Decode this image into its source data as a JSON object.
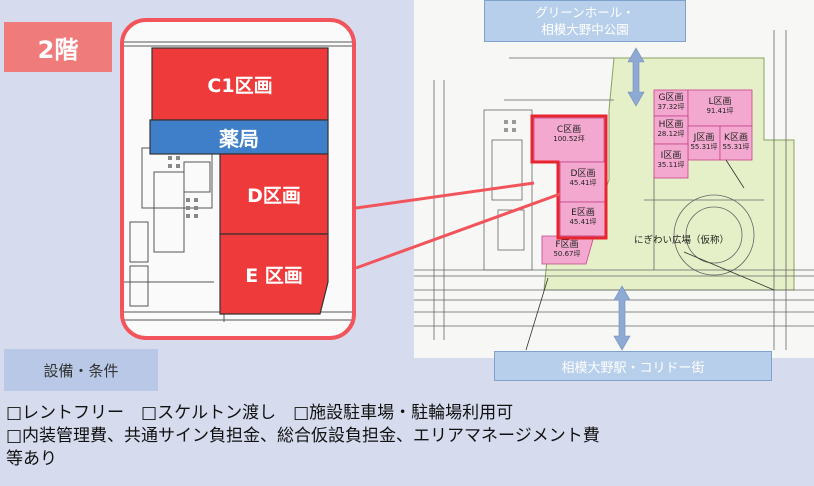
{
  "floor_label": "2階",
  "zoom": {
    "blocks": [
      {
        "id": "c1",
        "label": "C1区画"
      },
      {
        "id": "pharmacy",
        "label": "薬局"
      },
      {
        "id": "d",
        "label": "D区画"
      },
      {
        "id": "e",
        "label": "E 区画"
      }
    ]
  },
  "plan": {
    "top_callout": {
      "line1": "グリーンホール・",
      "line2": "相模大野中公園"
    },
    "bottom_callout": "相模大野駅・コリドー街",
    "plaza_label": "にぎわい広場（仮称）",
    "units": [
      {
        "id": "C",
        "name": "C区画",
        "area": "100.52坪"
      },
      {
        "id": "D",
        "name": "D区画",
        "area": "45.41坪"
      },
      {
        "id": "E",
        "name": "E区画",
        "area": "45.41坪"
      },
      {
        "id": "F",
        "name": "F区画",
        "area": "50.67坪"
      },
      {
        "id": "G",
        "name": "G区画",
        "area": "37.32坪"
      },
      {
        "id": "L",
        "name": "L区画",
        "area": "91.41坪"
      },
      {
        "id": "H",
        "name": "H区画",
        "area": "28.12坪"
      },
      {
        "id": "J",
        "name": "J区画",
        "area": "55.31坪"
      },
      {
        "id": "K",
        "name": "K区画",
        "area": "55.31坪"
      },
      {
        "id": "I",
        "name": "I区画",
        "area": "35.11坪"
      }
    ]
  },
  "equipment_label": "設備・条件",
  "conditions": {
    "line1": "□レントフリー　□スケルトン渡し　□施設駐車場・駐輪場利用可",
    "line2": "□内装管理費、共通サイン負担金、総合仮設負担金、エリアマネージメント費",
    "line3": "等あり"
  },
  "colors": {
    "unit_red": "#ee3a3a",
    "pharmacy_blue": "#3f7fc9",
    "frame_red": "#f2545b",
    "unit_pink": "#f3a9cf",
    "ground_green": "#e6f0c8",
    "callout_blue": "#b7cfea"
  }
}
